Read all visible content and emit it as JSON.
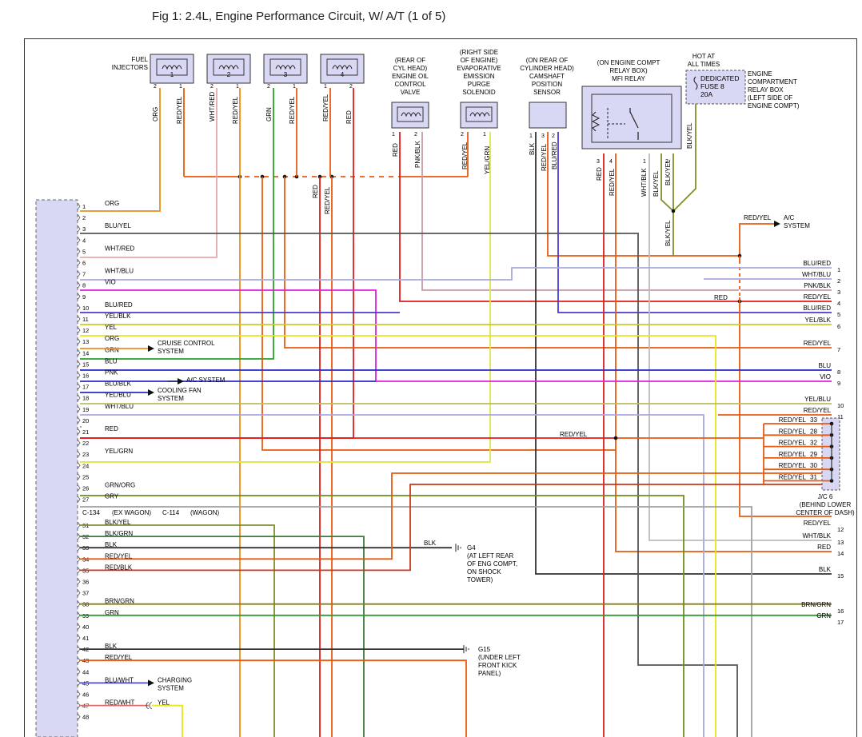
{
  "title": "Fig 1: 2.4L, Engine Performance Circuit, W/ A/T (1 of 5)",
  "colors": {
    "ORG": "#e8901e",
    "RED": "#e01c1c",
    "REDYEL": "#e85a10",
    "WHTRED": "#e6a9a9",
    "GRN": "#2aa12a",
    "BLU": "#2a2ac8",
    "BLUBLK": "#2a2ac8",
    "BLURED": "#4a3ad0",
    "YEL": "#e6e61a",
    "YELBLK": "#cccc22",
    "YELGRN": "#dfe64a",
    "VIO": "#e020e0",
    "PNK": "#2a2ac8",
    "PNKBLK": "#c89aa0",
    "WHTBLU": "#a9a9dd",
    "WHTBLK": "#bbbbbb",
    "BLK": "#333333",
    "GRY": "#a0a0a0",
    "GRNORG": "#6f8f1a",
    "BLKYEL": "#7d8f2f",
    "BLKGRN": "#3e7a3e",
    "BRNGRN": "#8a7a1a",
    "BLUWHT": "#4a4ad0",
    "REDBLK": "#c8381c",
    "REDWHT": "#e06a6a",
    "BLUYEL": "#555555",
    "YELBLU": "#bbbb66"
  },
  "components": {
    "fuel_injectors_label": [
      "FUEL",
      "INJECTORS"
    ],
    "injectors": [
      {
        "num": "1",
        "pin_a": "2",
        "pin_b": "1",
        "wire_a": "ORG",
        "wire_b": "RED/YEL"
      },
      {
        "num": "2",
        "pin_a": "2",
        "pin_b": "1",
        "wire_a": "WHT/RED",
        "wire_b": "RED/YEL"
      },
      {
        "num": "3",
        "pin_a": "2",
        "pin_b": "1",
        "wire_a": "GRN",
        "wire_b": "RED/YEL"
      },
      {
        "num": "4",
        "pin_a": "1",
        "pin_b": "2",
        "wire_a": "RED/YEL",
        "wire_b": "RED"
      }
    ],
    "oil_valve_label": [
      "(REAR OF",
      "CYL HEAD)",
      "ENGINE OIL",
      "CONTROL",
      "VALVE"
    ],
    "oil_valve_pins": [
      "1",
      "2"
    ],
    "oil_valve_wires": [
      "RED",
      "PNK/BLK"
    ],
    "purge_label": [
      "(RIGHT SIDE",
      "OF ENGINE)",
      "EVAPORATIVE",
      "EMISSION",
      "PURGE",
      "SOLENOID"
    ],
    "purge_pins": [
      "2",
      "1"
    ],
    "purge_wires": [
      "RED/YEL",
      "YEL/GRN"
    ],
    "cam_label": [
      "(ON REAR OF",
      "CYLINDER HEAD)",
      "CAMSHAFT",
      "POSITION",
      "SENSOR"
    ],
    "cam_pins": [
      "1",
      "3",
      "2"
    ],
    "cam_wires": [
      "BLK",
      "RED/YEL",
      "BLU/RED"
    ],
    "relay_label": [
      "(ON ENGINE COMPT",
      "RELAY BOX)",
      "MFI RELAY"
    ],
    "relay_pins": [
      "3",
      "4",
      "1",
      "2"
    ],
    "relay_wires": [
      "RED",
      "RED/YEL",
      "WHT/BLK",
      "BLK/YEL",
      "BLK/YEL",
      "BLK/YEL",
      "BLK/YEL"
    ],
    "hot_label": [
      "HOT AT",
      "ALL TIMES"
    ],
    "fuse_label": [
      "DEDICATED",
      "FUSE 8",
      "20A"
    ],
    "relay_box_label": [
      "ENGINE",
      "COMPARTMENT",
      "RELAY BOX",
      "(LEFT SIDE OF",
      "ENGINE COMPT)"
    ],
    "bus_labels": [
      "RED",
      "RED/YEL"
    ],
    "ac_feed": {
      "wire": "RED/YEL",
      "label": [
        "A/C",
        "SYSTEM"
      ]
    },
    "right_red_label": "RED",
    "mid_redyel_label": "RED/YEL"
  },
  "left_pins": [
    {
      "n": "1",
      "w": "ORG"
    },
    {
      "n": "2",
      "w": ""
    },
    {
      "n": "3",
      "w": "BLU/YEL"
    },
    {
      "n": "4",
      "w": ""
    },
    {
      "n": "5",
      "w": "WHT/RED"
    },
    {
      "n": "6",
      "w": ""
    },
    {
      "n": "7",
      "w": "WHT/BLU"
    },
    {
      "n": "8",
      "w": "VIO"
    },
    {
      "n": "9",
      "w": ""
    },
    {
      "n": "10",
      "w": "BLU/RED"
    },
    {
      "n": "11",
      "w": "YEL/BLK"
    },
    {
      "n": "12",
      "w": "YEL"
    },
    {
      "n": "13",
      "w": "ORG"
    },
    {
      "n": "14",
      "w": "GRN"
    },
    {
      "n": "15",
      "w": "BLU"
    },
    {
      "n": "16",
      "w": "PNK"
    },
    {
      "n": "17",
      "w": "BLU/BLK"
    },
    {
      "n": "18",
      "w": "YEL/BLU"
    },
    {
      "n": "19",
      "w": "WHT/BLU"
    },
    {
      "n": "20",
      "w": ""
    },
    {
      "n": "21",
      "w": "RED"
    },
    {
      "n": "22",
      "w": ""
    },
    {
      "n": "23",
      "w": "YEL/GRN"
    },
    {
      "n": "24",
      "w": ""
    },
    {
      "n": "25",
      "w": ""
    },
    {
      "n": "26",
      "w": "GRN/ORG"
    },
    {
      "n": "27",
      "w": "GRY"
    }
  ],
  "left_pins_lower": [
    {
      "n": "31",
      "w": "BLK/YEL"
    },
    {
      "n": "32",
      "w": "BLK/GRN"
    },
    {
      "n": "33",
      "w": "BLK"
    },
    {
      "n": "34",
      "w": "RED/YEL"
    },
    {
      "n": "35",
      "w": "RED/BLK"
    },
    {
      "n": "36",
      "w": ""
    },
    {
      "n": "37",
      "w": ""
    },
    {
      "n": "38",
      "w": "BRN/GRN"
    },
    {
      "n": "39",
      "w": "GRN"
    },
    {
      "n": "40",
      "w": ""
    },
    {
      "n": "41",
      "w": ""
    },
    {
      "n": "42",
      "w": "BLK"
    },
    {
      "n": "43",
      "w": "RED/YEL"
    },
    {
      "n": "44",
      "w": ""
    },
    {
      "n": "45",
      "w": "BLU/WHT"
    },
    {
      "n": "46",
      "w": ""
    },
    {
      "n": "47",
      "w": "RED/WHT"
    },
    {
      "n": "48",
      "w": ""
    }
  ],
  "connector_row": {
    "c134": "C-134",
    "ex_wagon": "(EX WAGON)",
    "c114": "C-114",
    "wagon": "(WAGON)"
  },
  "callouts": {
    "cruise": [
      "CRUISE CONTROL",
      "SYSTEM"
    ],
    "ac": [
      "A/C SYSTEM"
    ],
    "fan": [
      "COOLING FAN",
      "SYSTEM"
    ],
    "charging": [
      "CHARGING",
      "SYSTEM"
    ],
    "yel": "YEL",
    "g4_wire": "BLK",
    "g4": [
      "G4",
      "(AT LEFT REAR",
      "OF ENG COMPT,",
      "ON SHOCK",
      "TOWER)"
    ],
    "g15": [
      "G15",
      "(UNDER LEFT",
      "FRONT KICK",
      "PANEL)"
    ]
  },
  "right_outputs": [
    {
      "n": "1",
      "w": "BLU/RED"
    },
    {
      "n": "2",
      "w": "WHT/BLU"
    },
    {
      "n": "3",
      "w": "PNK/BLK"
    },
    {
      "n": "4",
      "w": "RED/YEL"
    },
    {
      "n": "5",
      "w": "BLU/RED"
    },
    {
      "n": "6",
      "w": "YEL/BLK"
    },
    {
      "n": "7",
      "w": "RED/YEL"
    },
    {
      "n": "8",
      "w": "BLU"
    },
    {
      "n": "9",
      "w": "VIO"
    },
    {
      "n": "10",
      "w": "YEL/BLU"
    },
    {
      "n": "11",
      "w": "RED/YEL"
    },
    {
      "n": "12",
      "w": "RED/YEL"
    },
    {
      "n": "13",
      "w": "WHT/BLK"
    },
    {
      "n": "14",
      "w": "RED"
    },
    {
      "n": "15",
      "w": "BLK"
    },
    {
      "n": "16",
      "w": "BRN/GRN"
    },
    {
      "n": "17",
      "w": "GRN"
    }
  ],
  "jc6": {
    "rows": [
      {
        "w": "RED/YEL",
        "n": "33"
      },
      {
        "w": "RED/YEL",
        "n": "28"
      },
      {
        "w": "RED/YEL",
        "n": "32"
      },
      {
        "w": "RED/YEL",
        "n": "29"
      },
      {
        "w": "RED/YEL",
        "n": "30"
      },
      {
        "w": "RED/YEL",
        "n": "31"
      }
    ],
    "label": [
      "J/C 6",
      "(BEHIND LOWER",
      "CENTER OF DASH)"
    ]
  }
}
